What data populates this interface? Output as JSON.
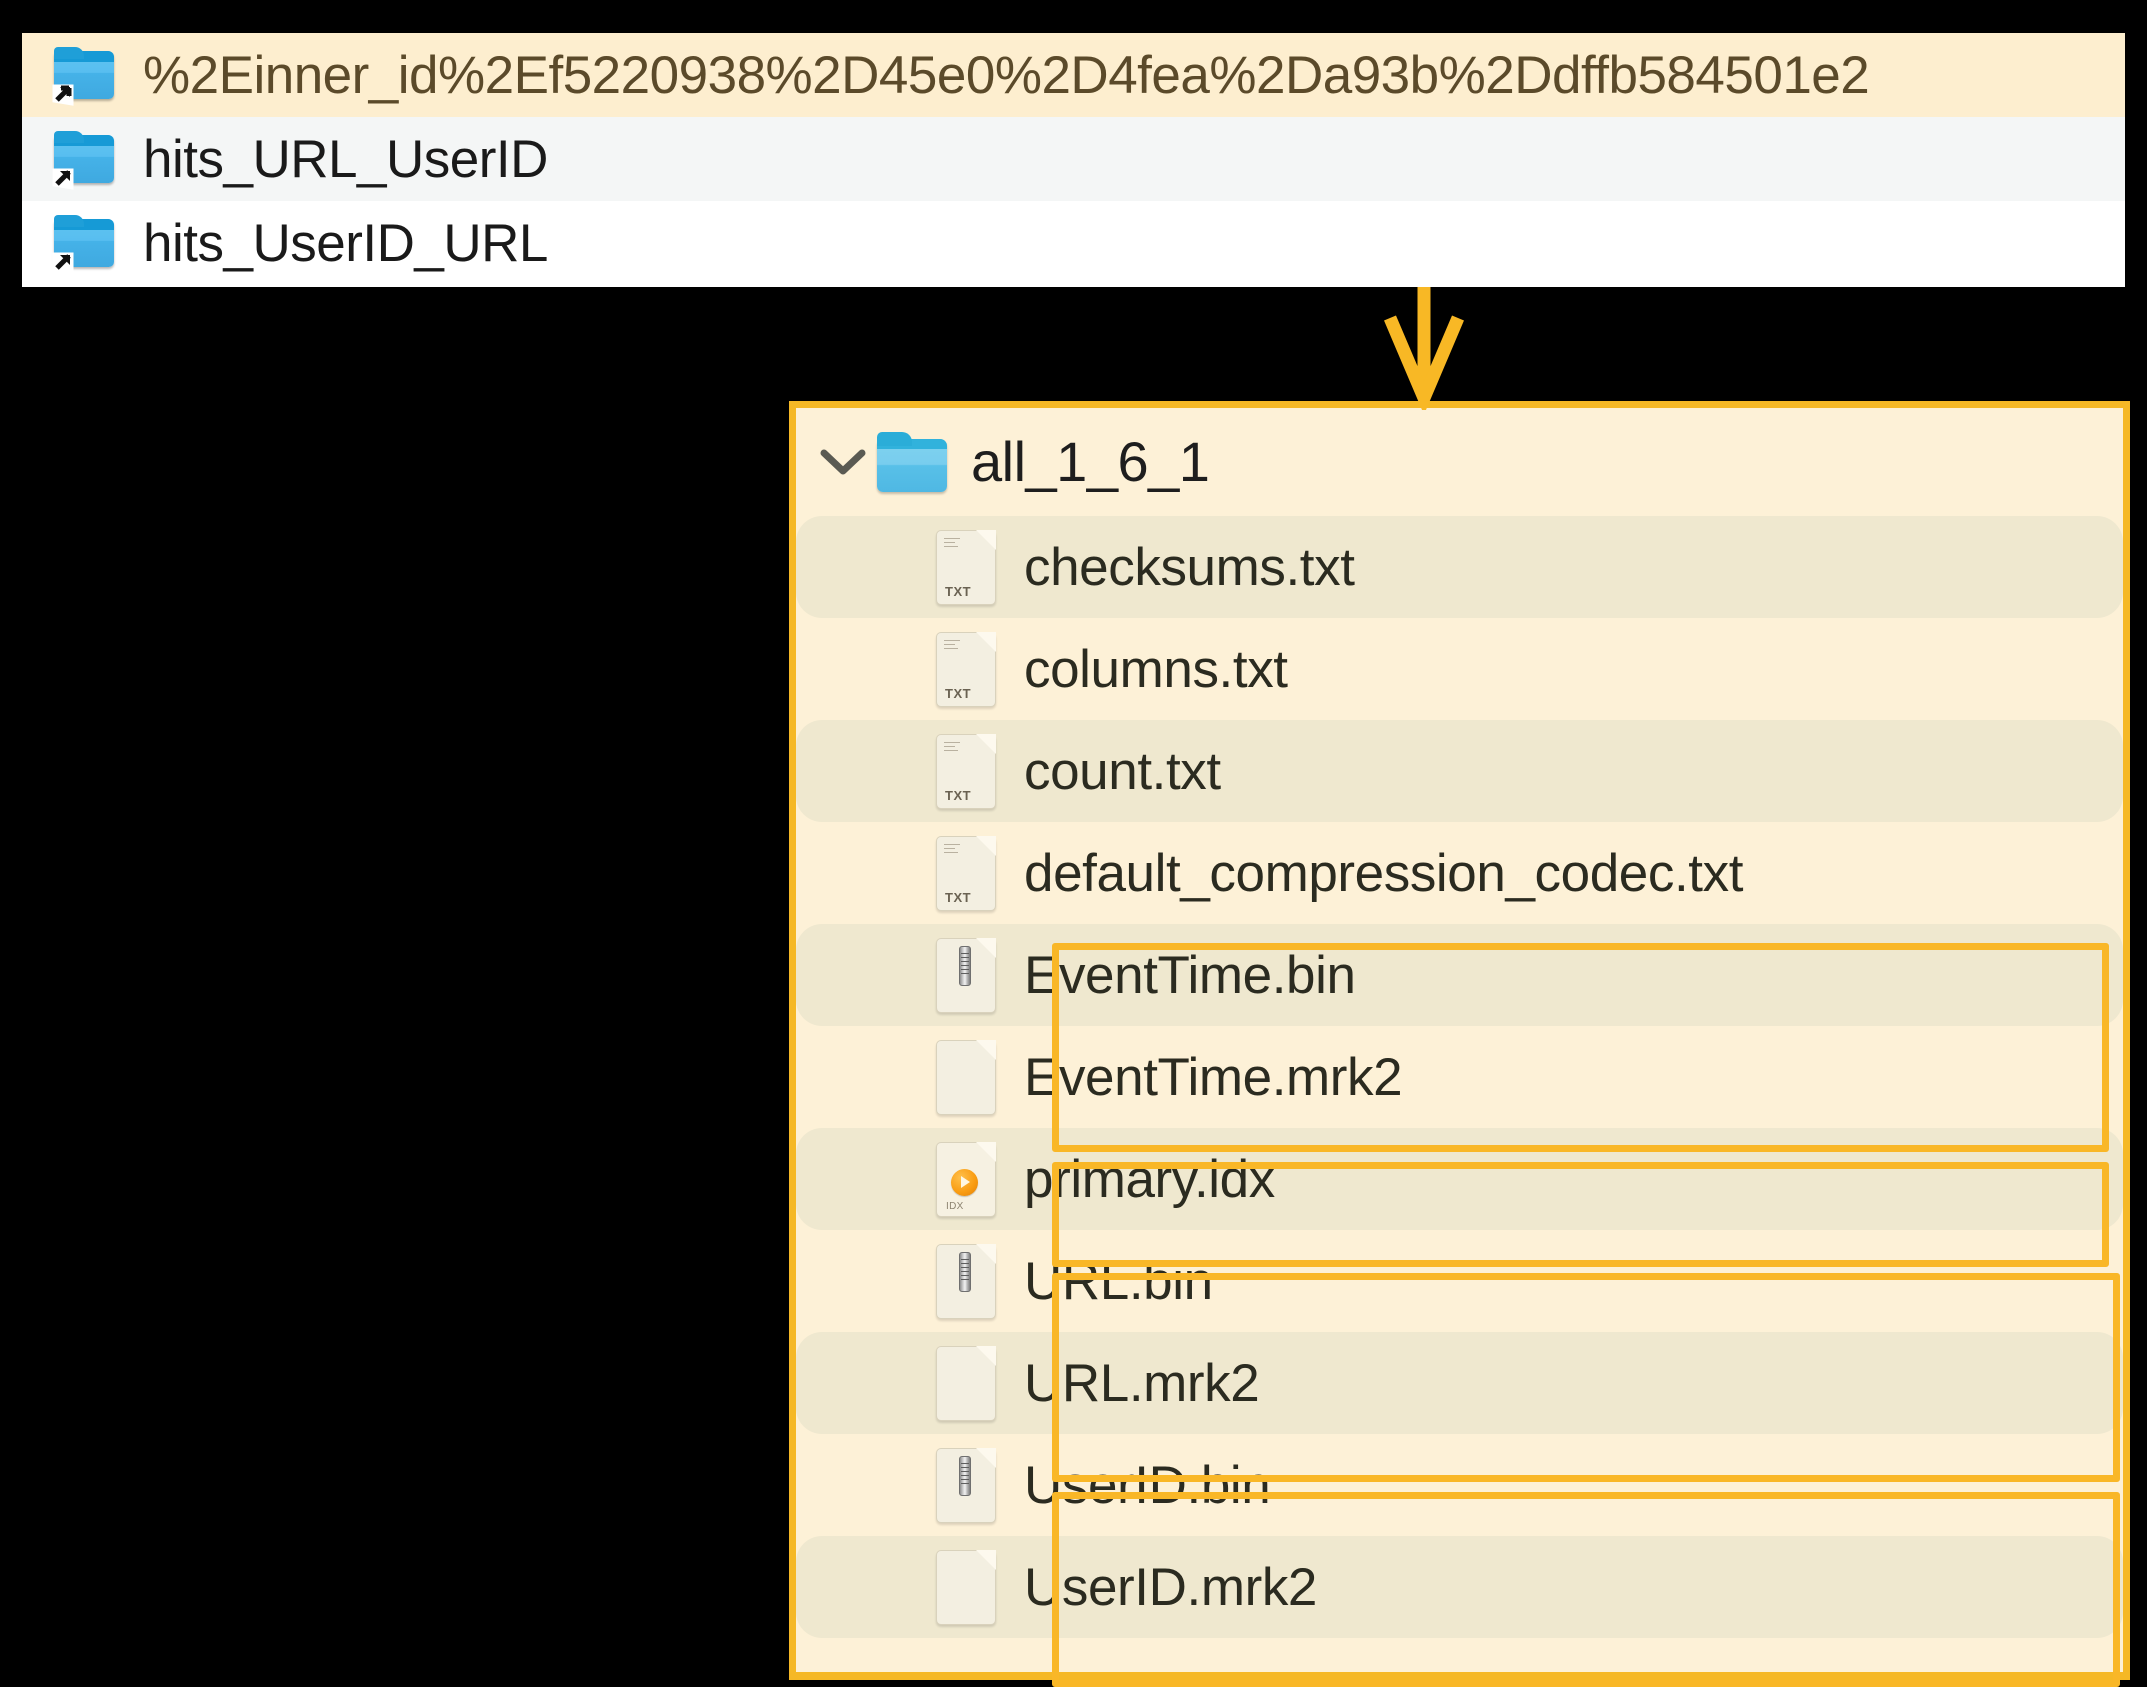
{
  "top_list": {
    "name": "sibling-parts-list",
    "rows": [
      {
        "label": "%2Einner_id%2Ef5220938%2D45e0%2D4fea%2Da93b%2Ddffb584501e2",
        "icon": "folder-symlink-icon",
        "state": "highlighted"
      },
      {
        "label": "hits_URL_UserID",
        "icon": "folder-symlink-icon",
        "state": "alternate"
      },
      {
        "label": "hits_UserID_URL",
        "icon": "folder-symlink-icon",
        "state": "normal"
      }
    ]
  },
  "connector": {
    "name": "down-arrow-connector",
    "color": "#f5b826"
  },
  "panel": {
    "name": "part-directory-panel",
    "border_color": "#f5b826",
    "background_color": "#fdf1d7",
    "alt_row_color": "#efe8cf",
    "header": {
      "chevron": "chevron-down-icon",
      "folder_icon": "folder-icon",
      "label": "all_1_6_1"
    },
    "files": [
      {
        "name": "checksums.txt",
        "icon": "txt-file-icon",
        "row": "alt"
      },
      {
        "name": "columns.txt",
        "icon": "txt-file-icon",
        "row": "base"
      },
      {
        "name": "count.txt",
        "icon": "txt-file-icon",
        "row": "alt"
      },
      {
        "name": "default_compression_codec.txt",
        "icon": "txt-file-icon",
        "row": "base"
      },
      {
        "name": "EventTime.bin",
        "icon": "bin-file-icon",
        "row": "alt"
      },
      {
        "name": "EventTime.mrk2",
        "icon": "mrk-file-icon",
        "row": "base"
      },
      {
        "name": "primary.idx",
        "icon": "idx-file-icon",
        "row": "alt"
      },
      {
        "name": "URL.bin",
        "icon": "bin-file-icon",
        "row": "base"
      },
      {
        "name": "URL.mrk2",
        "icon": "mrk-file-icon",
        "row": "alt"
      },
      {
        "name": "UserID.bin",
        "icon": "bin-file-icon",
        "row": "base"
      },
      {
        "name": "UserID.mrk2",
        "icon": "mrk-file-icon",
        "row": "alt"
      }
    ],
    "highlight_groups": [
      {
        "label": "EventTime column group",
        "files": [
          "EventTime.bin",
          "EventTime.mrk2"
        ]
      },
      {
        "label": "primary index group",
        "files": [
          "primary.idx"
        ]
      },
      {
        "label": "URL column group",
        "files": [
          "URL.bin",
          "URL.mrk2"
        ]
      },
      {
        "label": "UserID column group",
        "files": [
          "UserID.bin",
          "UserID.mrk2"
        ]
      }
    ]
  }
}
